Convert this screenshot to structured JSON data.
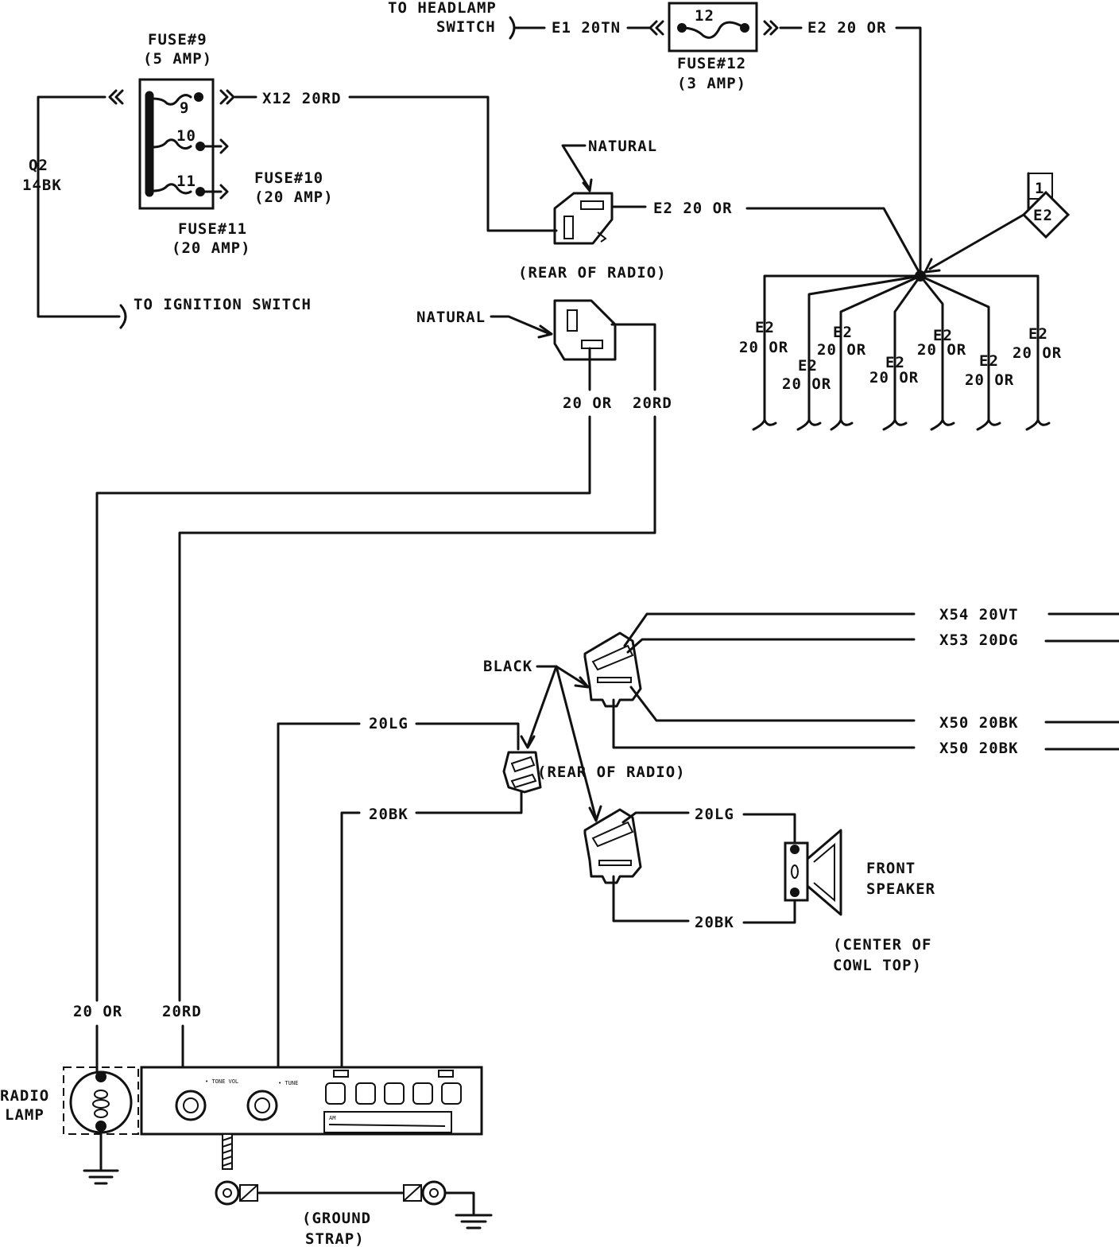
{
  "fuse_block": {
    "fuse9_title": "FUSE#9",
    "fuse9_rating": "(5 AMP)",
    "fuse9_num": "9",
    "fuse10_num": "10",
    "fuse11_num": "11",
    "fuse10_title": "FUSE#10",
    "fuse10_rating": "(20 AMP)",
    "fuse11_title": "FUSE#11",
    "fuse11_rating": "(20 AMP)"
  },
  "fuse12": {
    "num": "12",
    "title": "FUSE#12",
    "rating": "(3 AMP)"
  },
  "headlamp": {
    "line1": "TO HEADLAMP",
    "line2": "SWITCH",
    "wire_in": "E1 20TN",
    "wire_out": "E2 20 OR"
  },
  "ignition": {
    "wire_id": "Q2",
    "wire_gauge": "14BK",
    "label": "TO IGNITION SWITCH"
  },
  "x12_wire": "X12 20RD",
  "rear_radio_conn_1": {
    "natural": "NATURAL",
    "wire": "E2 20 OR",
    "location": "(REAR OF RADIO)"
  },
  "splice": {
    "flag_num": "1",
    "flag_label": "E2",
    "branches": [
      {
        "id": "E2",
        "gauge": "20 OR"
      },
      {
        "id": "E2",
        "gauge": "20 OR"
      },
      {
        "id": "E2",
        "gauge": "20 OR"
      },
      {
        "id": "E2",
        "gauge": "20 OR"
      },
      {
        "id": "E2",
        "gauge": "20 OR"
      },
      {
        "id": "E2",
        "gauge": "20 OR"
      },
      {
        "id": "E2",
        "gauge": "20 OR"
      }
    ]
  },
  "mid_conn": {
    "natural": "NATURAL",
    "wire_or": "20 OR",
    "wire_rd": "20RD"
  },
  "speaker_section": {
    "black": "BLACK",
    "rear_of_radio": "(REAR OF RADIO)",
    "wire_x54": "X54 20VT",
    "wire_x53": "X53 20DG",
    "wire_x50a": "X50 20BK",
    "wire_x50b": "X50 20BK",
    "wire_20lg_left": "20LG",
    "wire_20bk_left": "20BK",
    "wire_20lg_right": "20LG",
    "wire_20bk_right": "20BK",
    "speaker_line1": "FRONT",
    "speaker_line2": "SPEAKER",
    "speaker_loc1": "(CENTER OF",
    "speaker_loc2": "COWL TOP)"
  },
  "radio": {
    "wire_or": "20 OR",
    "wire_rd": "20RD",
    "lamp_line1": "RADIO",
    "lamp_line2": "LAMP",
    "ground_line1": "(GROUND",
    "ground_line2": "STRAP)",
    "knob_left_label": "• TONE VOL",
    "knob_right_label": "• TUNE",
    "dial_label": "AM"
  }
}
